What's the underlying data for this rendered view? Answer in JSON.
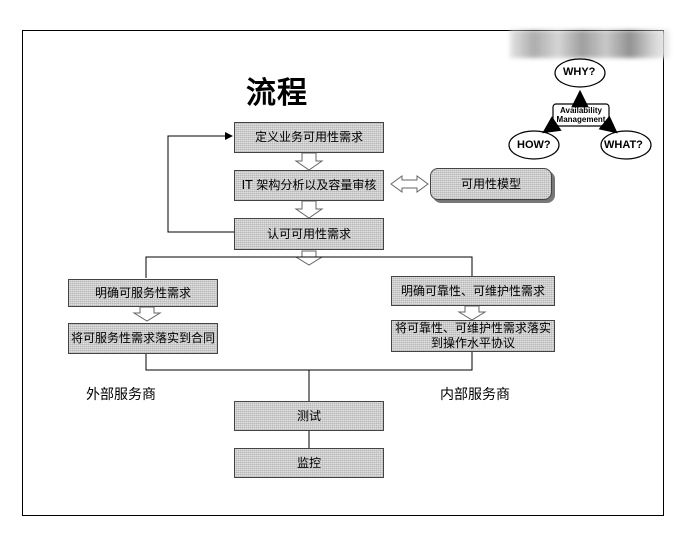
{
  "title": "流程",
  "steps": {
    "define": "定义业务可用性需求",
    "it_arch": "IT 架构分析以及容量审核",
    "availability_model": "可用性模型",
    "confirm": "认可可用性需求",
    "left_clarify": "明确可服务性需求",
    "left_contract": "将可服务性需求落实到合同",
    "right_clarify": "明确可靠性、可维护性需求",
    "right_sla": "将可靠性、可维护性需求落实到操作水平协议",
    "test": "测试",
    "monitor": "监控"
  },
  "branch_labels": {
    "external": "外部服务商",
    "internal": "内部服务商"
  },
  "am_diagram": {
    "why": "WHY?",
    "how": "HOW?",
    "what": "WHAT?",
    "center": "Availability Management"
  }
}
